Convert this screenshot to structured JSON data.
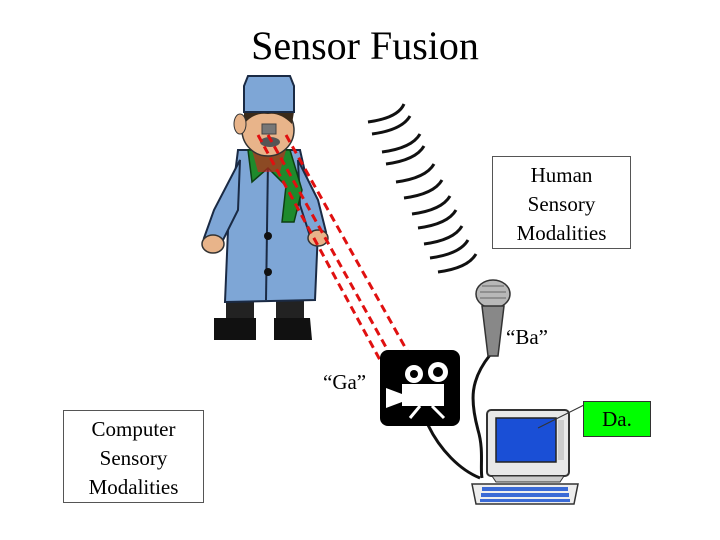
{
  "title": "Sensor Fusion",
  "human_box": {
    "lines": [
      "Human",
      "Sensory",
      "Modalities"
    ]
  },
  "computer_box": {
    "lines": [
      "Computer",
      "Sensory",
      "Modalities"
    ]
  },
  "speech_labels": {
    "ba": "“Ba”",
    "ga": "“Ga”",
    "da": "Da."
  },
  "colors": {
    "coat": "#7ea6d6",
    "hat": "#7ea6d6",
    "scarf": "#1e8a2c",
    "dashed_lines": "#e01010",
    "da_box": "#00ff00",
    "monitor_screen": "#1a4fd6"
  },
  "icons": [
    "person-illustration",
    "sound-waves-icon",
    "microphone-icon",
    "video-camera-icon",
    "computer-icon"
  ]
}
